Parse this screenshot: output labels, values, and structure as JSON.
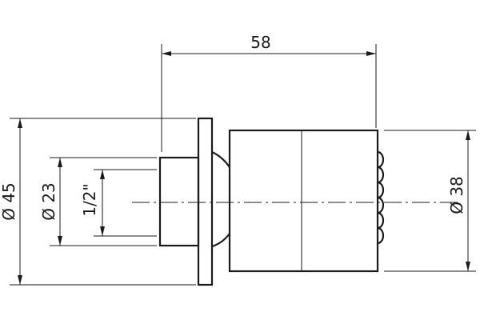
{
  "dimensions": {
    "overall_length": "58",
    "flange_diameter": "Ø 45",
    "inlet_diameter": "Ø 23",
    "thread": "1/2\"",
    "body_diameter": "Ø 38"
  },
  "colors": {
    "line": "#1a1a1a",
    "background": "#ffffff"
  }
}
